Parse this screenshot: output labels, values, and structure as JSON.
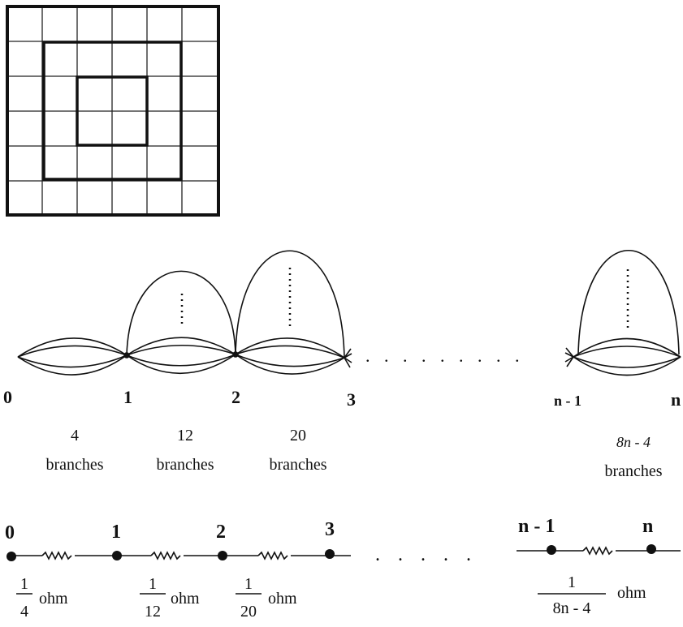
{
  "grid": {
    "rows": 6,
    "cols": 6,
    "nested_squares": 3
  },
  "graph": {
    "node_labels": [
      "0",
      "1",
      "2",
      "3",
      "n - 1",
      "n"
    ],
    "ellipsis": ". . . . . . . . .",
    "branch_counts": [
      {
        "count": "4",
        "word": "branches"
      },
      {
        "count": "12",
        "word": "branches"
      },
      {
        "count": "20",
        "word": "branches"
      },
      {
        "count": "8n - 4",
        "word": "branches"
      }
    ]
  },
  "chain": {
    "node_labels": [
      "0",
      "1",
      "2",
      "3",
      "n - 1",
      "n"
    ],
    "ellipsis": ". . . . .",
    "resistors": [
      {
        "numerator": "1",
        "denominator": "4",
        "unit": "ohm"
      },
      {
        "numerator": "1",
        "denominator": "12",
        "unit": "ohm"
      },
      {
        "numerator": "1",
        "denominator": "20",
        "unit": "ohm"
      },
      {
        "numerator": "1",
        "denominator": "8n - 4",
        "unit": "ohm"
      }
    ]
  }
}
